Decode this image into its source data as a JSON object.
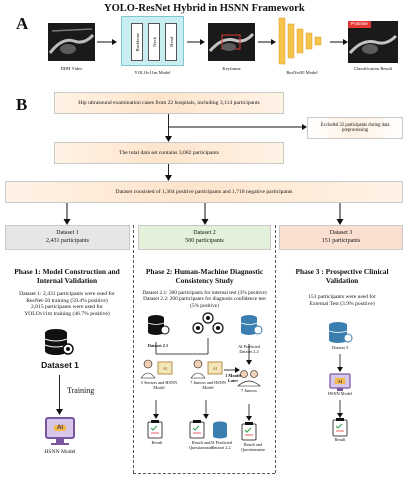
{
  "section_a": {
    "letter": "A",
    "title": "YOLO-ResNet Hybrid in HSNN Framework",
    "pipeline": [
      {
        "label": "DDH Video"
      },
      {
        "label": "YOLOv11m Model",
        "blocks": [
          "Backbone",
          "Neck",
          "Head"
        ]
      },
      {
        "label": "Keyframe"
      },
      {
        "label": "ResNet50 Model"
      },
      {
        "label": "Classification Result",
        "badge": "Positive"
      }
    ]
  },
  "section_b": {
    "letter": "B",
    "flow": {
      "cases": "Hip ultrasound examination cases from 22 hospitals, including 3,114 participants",
      "excluded": "Excluded 32 participants during data preprocessing",
      "total": "The total data set contains 3,082 participants",
      "dataset_split": "Dataset consisted of 1,364 positive participants and 1,718 negative participants"
    },
    "datasets": [
      {
        "title": "Dataset 1",
        "count": "2,431 participants",
        "color": "#e6e6e6"
      },
      {
        "title": "Dataset 2",
        "count": "500 participants",
        "color": "#e4f1da"
      },
      {
        "title": "Dataset 3",
        "count": "151 participants",
        "color": "#fbe0d2"
      }
    ],
    "phase1": {
      "title": "Phase 1: Model Construction and Internal Validation",
      "desc": [
        "Dataset 1: 2,431 participants were used for",
        "ResNet-50 training (59.4% positive)",
        "2,015 participants were used for",
        "YOLOv11m training (46.7% positive)"
      ],
      "db_label": "Dataset 1",
      "training": "Training",
      "model_label": "HSNN Model",
      "ai": "AI"
    },
    "phase2": {
      "title": "Phase 2: Human-Machine Diagnostic Consistency Study",
      "desc": [
        "Dataset 2.1: 300 participants for internal test (3% positive)",
        "Dataset 2.2: 200 participants for diagnosis confidence test",
        "(5% positive)"
      ],
      "ds21": "Dataset 2.1",
      "ds22": "AI Predicted Dataset 2.2",
      "group1": "5 Seniors and HSNN Model",
      "group2": "7 Juniors and HSNN Model",
      "later": "1 Month Later",
      "juniors": "7 Juniors",
      "result": "Result",
      "rq1": "Result and Questionnaire",
      "ai_pred": "AI Predicted Dataset 2.2",
      "rq2": "Result and Questionnaire"
    },
    "phase3": {
      "title": "Phase 3 : Prospective Clinical Validation",
      "desc": [
        "151 participants were used for",
        "External Test (3.9% positive)"
      ],
      "db_label": "Dataset 3",
      "model_label": "HSNN Model",
      "result": "Result"
    }
  }
}
